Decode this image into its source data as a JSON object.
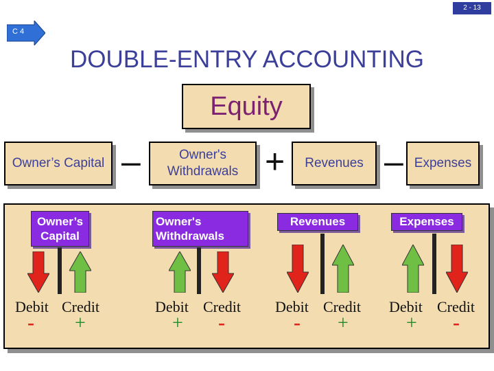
{
  "header": {
    "slide_number": "2 - 13",
    "chapter_tag": "C 4",
    "title": "DOUBLE-ENTRY ACCOUNTING"
  },
  "equation": {
    "equity_label": "Equity",
    "terms": [
      {
        "label": "Owner’s Capital"
      },
      {
        "operator": "–"
      },
      {
        "label": "Owner's Withdrawals"
      },
      {
        "operator": "+"
      },
      {
        "label": "Revenues"
      },
      {
        "operator": "–"
      },
      {
        "label": "Expenses"
      }
    ]
  },
  "accounts": [
    {
      "name": "Owner’s Capital",
      "debit_label": "Debit",
      "credit_label": "Credit",
      "debit_sign": "-",
      "credit_sign": "+"
    },
    {
      "name": "Owner's Withdrawals",
      "debit_label": "Debit",
      "credit_label": "Credit",
      "debit_sign": "+",
      "credit_sign": "-"
    },
    {
      "name": "Revenues",
      "debit_label": "Debit",
      "credit_label": "Credit",
      "debit_sign": "-",
      "credit_sign": "+"
    },
    {
      "name": "Expenses",
      "debit_label": "Debit",
      "credit_label": "Credit",
      "debit_sign": "+",
      "credit_sign": "-"
    }
  ],
  "colors": {
    "box_fill": "#f3dcb0",
    "title_blue": "#3b3f9a",
    "equity_text": "#7b2170",
    "label_purple": "#8a2be2",
    "decrease_red": "#e0231b",
    "increase_green": "#6fbf44"
  }
}
